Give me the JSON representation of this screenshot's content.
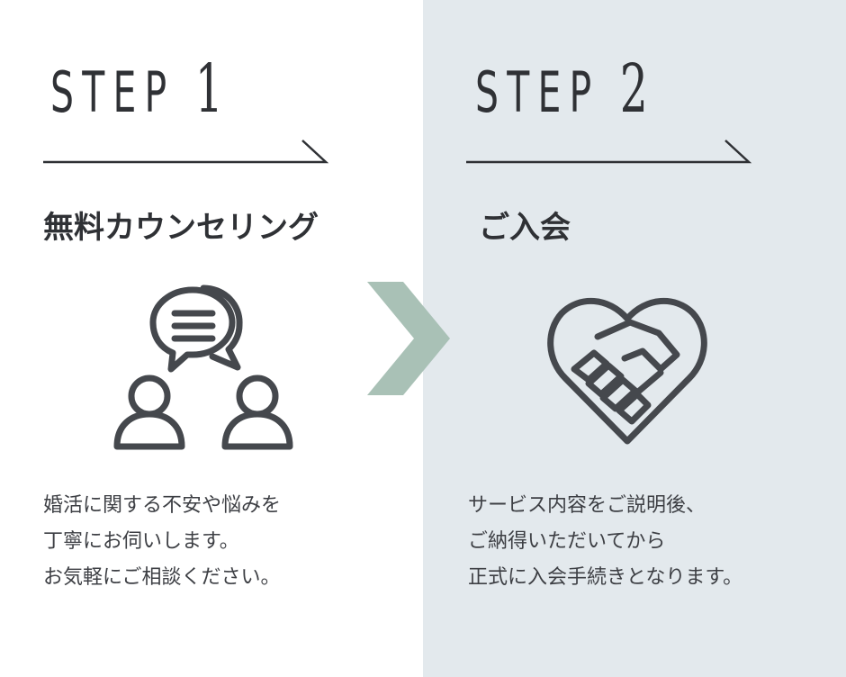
{
  "steps": [
    {
      "label": "STEP",
      "number": "1",
      "title": "無料カウンセリング",
      "icon": "counseling-icon",
      "description": [
        "婚活に関する不安や悩みを",
        "丁寧にお伺いします。",
        "お気軽にご相談ください。"
      ]
    },
    {
      "label": "STEP",
      "number": "2",
      "title": "ご入会",
      "icon": "handshake-heart-icon",
      "description": [
        "サービス内容をご説明後、",
        "ご納得いただいてから",
        "正式に入会手続きとなります。"
      ]
    }
  ],
  "colors": {
    "text": "#3d3f44",
    "right_panel_bg": "#e3e9ed",
    "chevron": "#a9c1b6"
  }
}
